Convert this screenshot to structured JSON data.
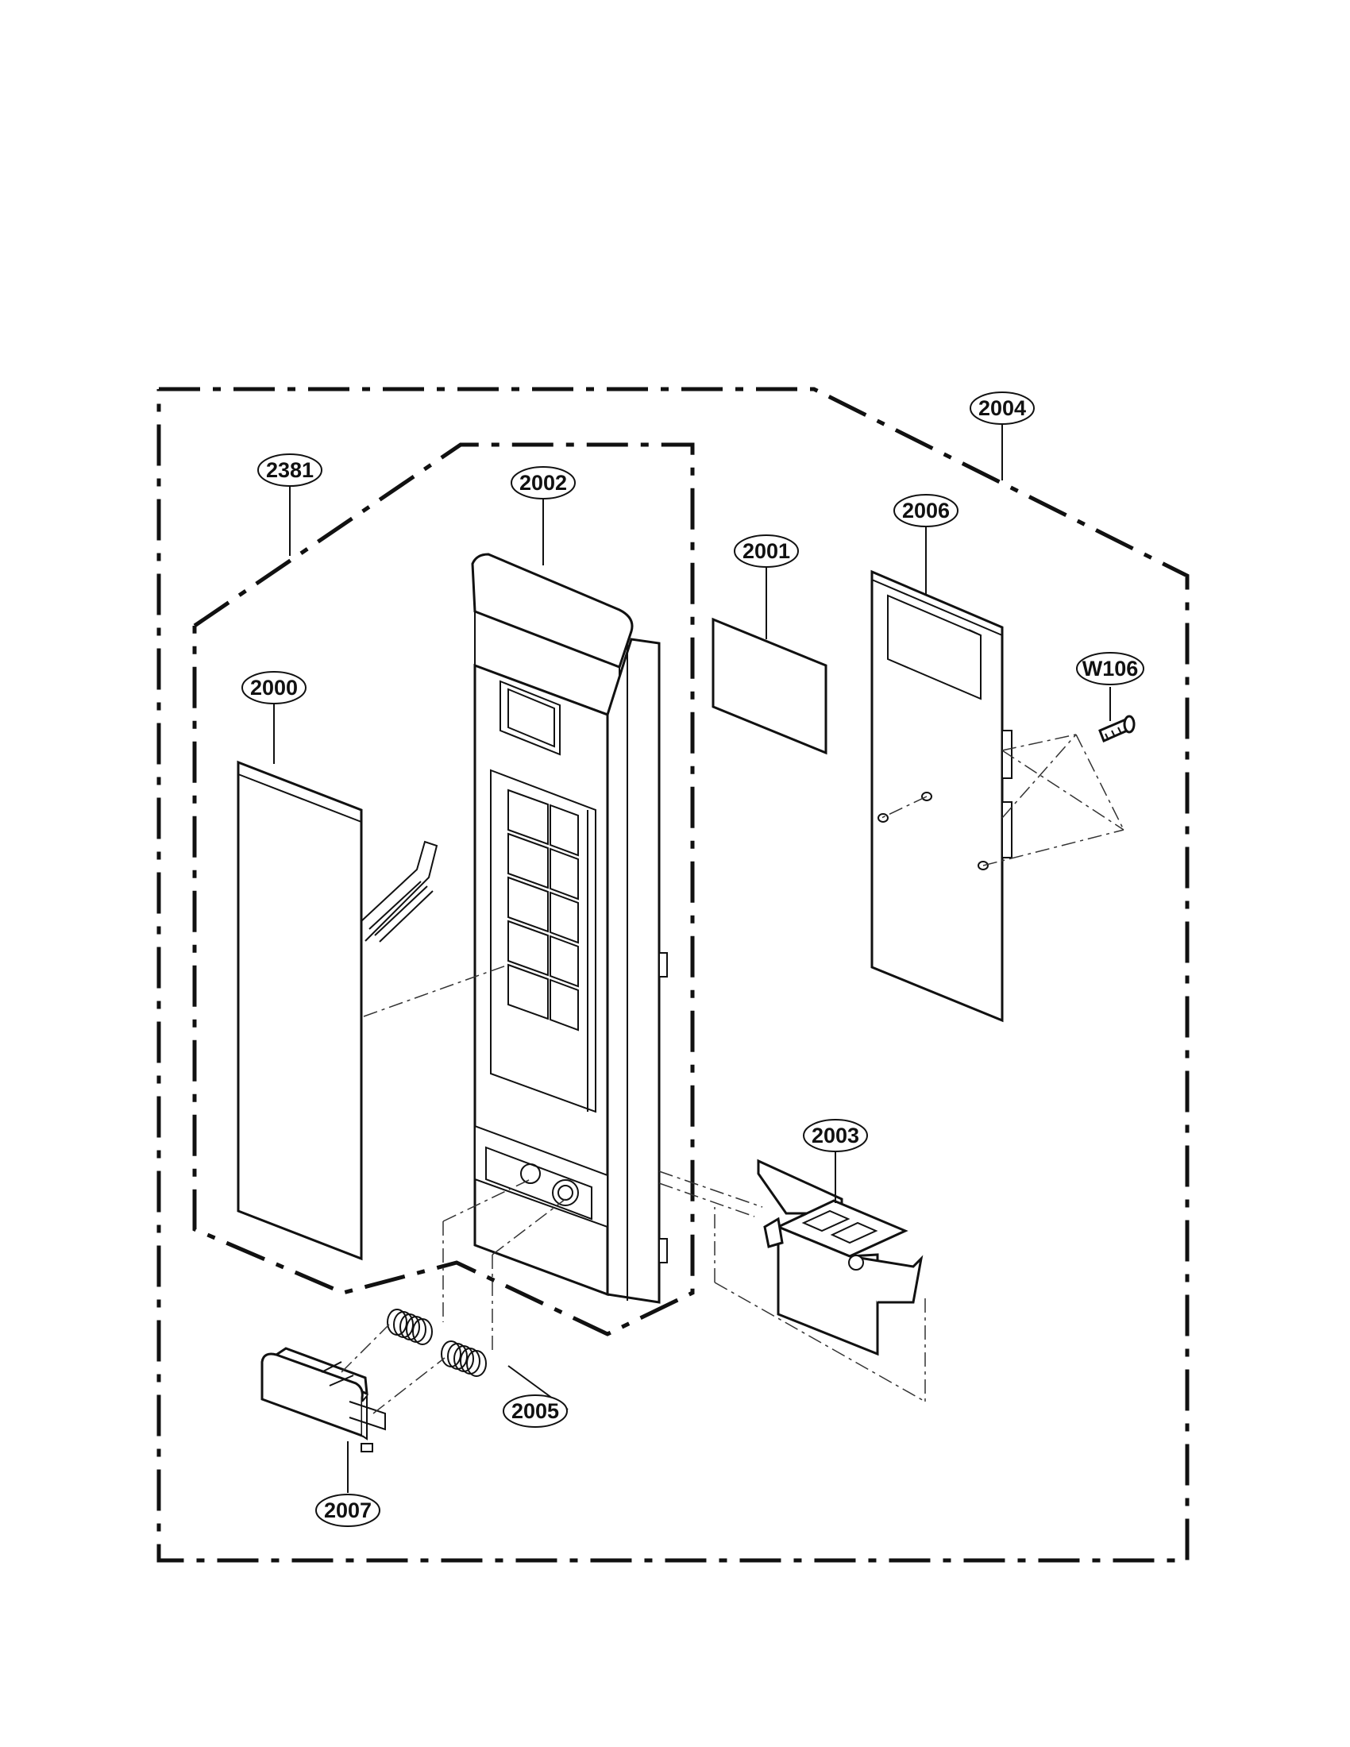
{
  "callouts": {
    "c2004": "2004",
    "c2381": "2381",
    "c2002": "2002",
    "c2001": "2001",
    "c2006": "2006",
    "cW106": "W106",
    "c2000": "2000",
    "c2003": "2003",
    "c2005": "2005",
    "c2007": "2007"
  },
  "colors": {
    "line": "#111111",
    "background": "#ffffff"
  }
}
